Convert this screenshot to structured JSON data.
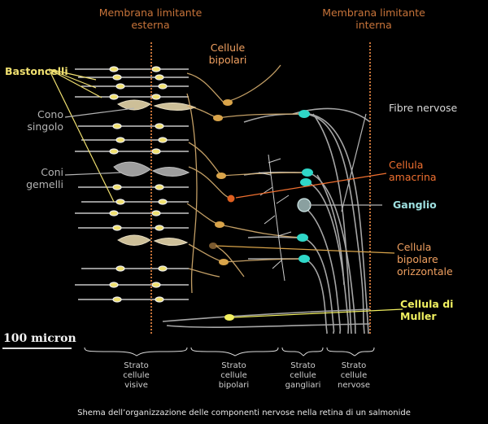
{
  "labels": {
    "membrana_esterna_1": "Membrana limitante",
    "membrana_esterna_2": "esterna",
    "membrana_interna_1": "Membrana limitante",
    "membrana_interna_2": "interna",
    "cellule_bipolari_1": "Cellule",
    "cellule_bipolari_2": "bipolari",
    "bastoncelli": "Bastoncelli",
    "cono_singolo_1": "Cono",
    "cono_singolo_2": "singolo",
    "coni_gemelli_1": "Coni",
    "coni_gemelli_2": "gemelli",
    "fibre_nervose": "Fibre nervose",
    "cellula_amacrina_1": "Cellula",
    "cellula_amacrina_2": "amacrina",
    "ganglio": "Ganglio",
    "bipolare_orizz_1": "Cellula",
    "bipolare_orizz_2": "bipolare",
    "bipolare_orizz_3": "orizzontale",
    "muller_1": "Cellula di",
    "muller_2": "Muller",
    "scale": "100 micron"
  },
  "layers": [
    {
      "line1": "Strato",
      "line2": "cellule",
      "line3": "visive"
    },
    {
      "line1": "Strato",
      "line2": "cellule",
      "line3": "bipolari"
    },
    {
      "line1": "Strato",
      "line2": "cellule",
      "line3": "gangliari"
    },
    {
      "line1": "Strato",
      "line2": "cellule",
      "line3": "nervose"
    }
  ],
  "caption": "Shema dell’organizzazione delle componenti nervose nella retina di un salmonide",
  "colors": {
    "background": "#000000",
    "membrane": "#c8743a",
    "rods": "#f0e070",
    "cones": "#c8b88a",
    "fibers": "#c9c9c9",
    "bipolar": "#d9a44a",
    "ganglion": "#2fd7c8",
    "amacrine": "#e06020",
    "muller": "#f2f060"
  }
}
